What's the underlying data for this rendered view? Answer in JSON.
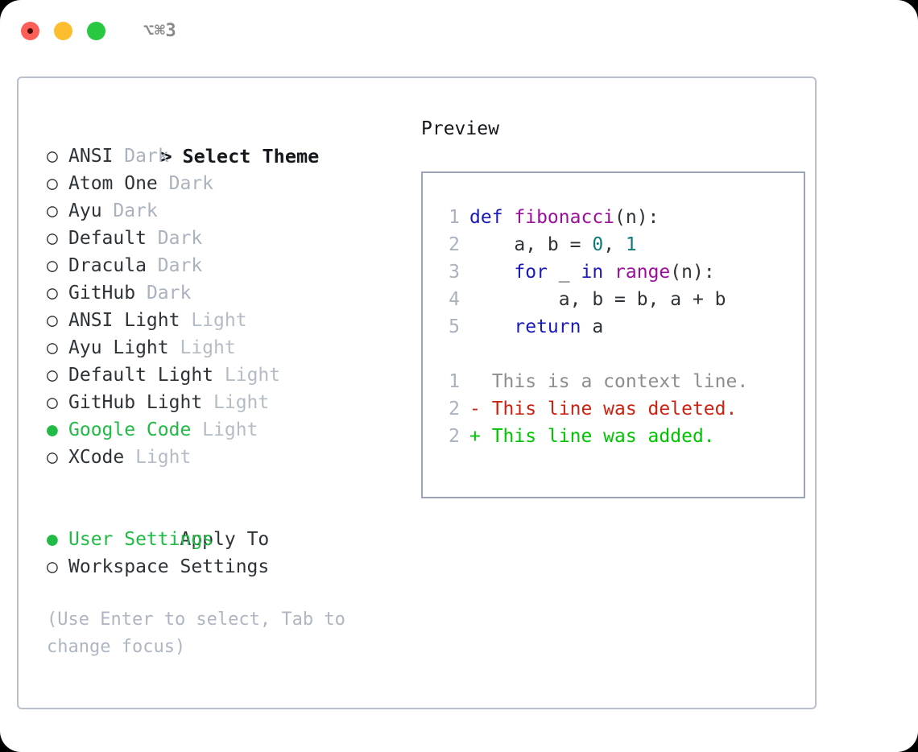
{
  "window": {
    "title": "⌥⌘3",
    "traffic_lights": [
      "close",
      "minimize",
      "maximize"
    ],
    "colors": {
      "close": "#fb5f57",
      "minimize": "#fcbd2e",
      "maximize": "#28c840",
      "accent_selected": "#21ba45",
      "muted": "#aab2be",
      "panel_border": "#b9c0cc",
      "preview_border": "#9aa4b4"
    }
  },
  "theme_picker": {
    "heading_marker": ">",
    "heading": "Select Theme",
    "marker_unselected": "○",
    "marker_selected": "●",
    "items": [
      {
        "name": "ANSI",
        "variant": "Dark",
        "selected": false
      },
      {
        "name": "Atom One",
        "variant": "Dark",
        "selected": false
      },
      {
        "name": "Ayu",
        "variant": "Dark",
        "selected": false
      },
      {
        "name": "Default",
        "variant": "Dark",
        "selected": false
      },
      {
        "name": "Dracula",
        "variant": "Dark",
        "selected": false
      },
      {
        "name": "GitHub",
        "variant": "Dark",
        "selected": false
      },
      {
        "name": "ANSI Light",
        "variant": "Light",
        "selected": false
      },
      {
        "name": "Ayu Light",
        "variant": "Light",
        "selected": false
      },
      {
        "name": "Default Light",
        "variant": "Light",
        "selected": false
      },
      {
        "name": "GitHub Light",
        "variant": "Light",
        "selected": false
      },
      {
        "name": "Google Code",
        "variant": "Light",
        "selected": true
      },
      {
        "name": "XCode",
        "variant": "Light",
        "selected": false
      }
    ]
  },
  "apply_to": {
    "heading": "Apply To",
    "options": [
      {
        "label": "User Settings",
        "selected": true
      },
      {
        "label": "Workspace Settings",
        "selected": false
      }
    ]
  },
  "hint": "(Use Enter to select, Tab to\nchange focus)",
  "preview": {
    "label": "Preview",
    "code_lines": [
      {
        "no": "1",
        "tokens": [
          {
            "t": "def ",
            "c": "kw"
          },
          {
            "t": "fibonacci",
            "c": "fn"
          },
          {
            "t": "(n):",
            "c": "pl"
          }
        ]
      },
      {
        "no": "2",
        "tokens": [
          {
            "t": "    a, b = ",
            "c": "pl"
          },
          {
            "t": "0",
            "c": "num"
          },
          {
            "t": ", ",
            "c": "pl"
          },
          {
            "t": "1",
            "c": "num"
          }
        ]
      },
      {
        "no": "3",
        "tokens": [
          {
            "t": "    ",
            "c": "pl"
          },
          {
            "t": "for",
            "c": "kw"
          },
          {
            "t": " _ ",
            "c": "pl"
          },
          {
            "t": "in",
            "c": "kw"
          },
          {
            "t": " ",
            "c": "pl"
          },
          {
            "t": "range",
            "c": "fn"
          },
          {
            "t": "(n):",
            "c": "pl"
          }
        ]
      },
      {
        "no": "4",
        "tokens": [
          {
            "t": "        a, b = b, a + b",
            "c": "pl"
          }
        ]
      },
      {
        "no": "5",
        "tokens": [
          {
            "t": "    ",
            "c": "pl"
          },
          {
            "t": "return",
            "c": "kw"
          },
          {
            "t": " a",
            "c": "pl"
          }
        ]
      }
    ],
    "diff_lines": [
      {
        "no": "1",
        "sign": " ",
        "text": " This is a context line.",
        "kind": "ctx"
      },
      {
        "no": "2",
        "sign": "-",
        "text": " This line was deleted.",
        "kind": "del"
      },
      {
        "no": "2",
        "sign": "+",
        "text": " This line was added.",
        "kind": "add"
      }
    ]
  }
}
